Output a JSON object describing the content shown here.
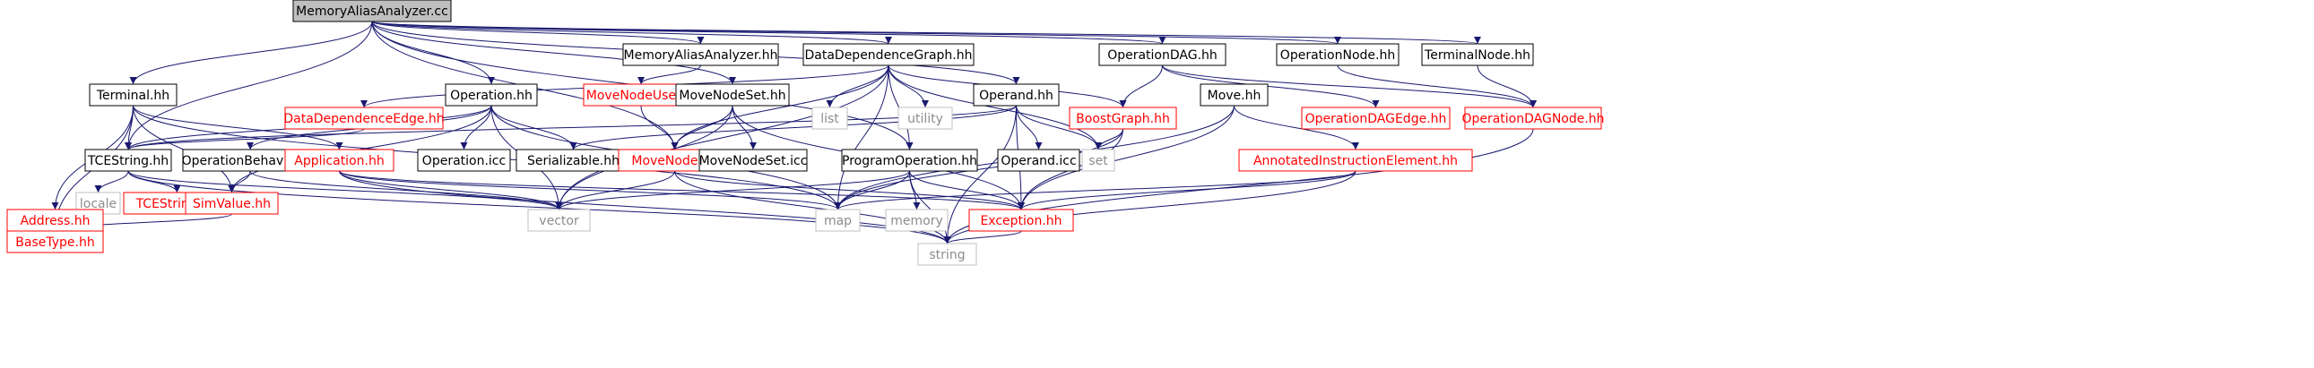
{
  "nodes": {
    "root": {
      "label": "MemoryAliasAnalyzer.cc",
      "style": "root"
    },
    "maah": {
      "label": "MemoryAliasAnalyzer.hh",
      "style": "black"
    },
    "ddg": {
      "label": "DataDependenceGraph.hh",
      "style": "black"
    },
    "opdag": {
      "label": "OperationDAG.hh",
      "style": "black"
    },
    "opnode": {
      "label": "OperationNode.hh",
      "style": "black"
    },
    "termnode": {
      "label": "TerminalNode.hh",
      "style": "black"
    },
    "terminal": {
      "label": "Terminal.hh",
      "style": "black"
    },
    "ddedge": {
      "label": "DataDependenceEdge.hh",
      "style": "red"
    },
    "operation": {
      "label": "Operation.hh",
      "style": "black"
    },
    "mnu": {
      "label": "MoveNodeUse.hh",
      "style": "red"
    },
    "mns": {
      "label": "MoveNodeSet.hh",
      "style": "black"
    },
    "list": {
      "label": "list",
      "style": "gray"
    },
    "utility": {
      "label": "utility",
      "style": "gray"
    },
    "boostgraph": {
      "label": "BoostGraph.hh",
      "style": "red"
    },
    "move": {
      "label": "Move.hh",
      "style": "black"
    },
    "opdagedge": {
      "label": "OperationDAGEdge.hh",
      "style": "red"
    },
    "opdagnode": {
      "label": "OperationDAGNode.hh",
      "style": "red"
    },
    "operand": {
      "label": "Operand.hh",
      "style": "black"
    },
    "tcestring": {
      "label": "TCEString.hh",
      "style": "black"
    },
    "opbeh": {
      "label": "OperationBehavior.hh",
      "style": "black"
    },
    "app": {
      "label": "Application.hh",
      "style": "red"
    },
    "opicc": {
      "label": "Operation.icc",
      "style": "black"
    },
    "serial": {
      "label": "Serializable.hh",
      "style": "black"
    },
    "movenode": {
      "label": "MoveNode.hh",
      "style": "red"
    },
    "mnsicc": {
      "label": "MoveNodeSet.icc",
      "style": "black"
    },
    "progop": {
      "label": "ProgramOperation.hh",
      "style": "black"
    },
    "set": {
      "label": "set",
      "style": "gray"
    },
    "operandicc": {
      "label": "Operand.icc",
      "style": "black"
    },
    "aie": {
      "label": "AnnotatedInstructionElement.hh",
      "style": "red"
    },
    "locale": {
      "label": "locale",
      "style": "gray"
    },
    "tceicc": {
      "label": "TCEString.icc",
      "style": "red"
    },
    "simvalue": {
      "label": "SimValue.hh",
      "style": "red"
    },
    "address": {
      "label": "Address.hh",
      "style": "red"
    },
    "vector": {
      "label": "vector",
      "style": "gray"
    },
    "map": {
      "label": "map",
      "style": "gray"
    },
    "memory": {
      "label": "memory",
      "style": "gray"
    },
    "exception": {
      "label": "Exception.hh",
      "style": "red"
    },
    "basetype": {
      "label": "BaseType.hh",
      "style": "red"
    },
    "string": {
      "label": "string",
      "style": "gray"
    }
  },
  "edges": [
    [
      "root",
      "maah"
    ],
    [
      "root",
      "ddg"
    ],
    [
      "root",
      "opdag"
    ],
    [
      "root",
      "opnode"
    ],
    [
      "root",
      "termnode"
    ],
    [
      "root",
      "terminal"
    ],
    [
      "root",
      "operation"
    ],
    [
      "root",
      "mns"
    ],
    [
      "root",
      "operand"
    ],
    [
      "root",
      "movenode"
    ],
    [
      "root",
      "progop"
    ],
    [
      "root",
      "tcestring"
    ],
    [
      "maah",
      "mnu"
    ],
    [
      "mnu",
      "movenode"
    ],
    [
      "ddg",
      "ddedge"
    ],
    [
      "ddg",
      "list"
    ],
    [
      "ddg",
      "utility"
    ],
    [
      "ddg",
      "boostgraph"
    ],
    [
      "ddg",
      "set"
    ],
    [
      "ddg",
      "progop"
    ],
    [
      "ddg",
      "movenode"
    ],
    [
      "ddg",
      "map"
    ],
    [
      "ddg",
      "vector"
    ],
    [
      "opdag",
      "boostgraph"
    ],
    [
      "opdag",
      "opdagedge"
    ],
    [
      "opdag",
      "opdagnode"
    ],
    [
      "opnode",
      "opdagnode"
    ],
    [
      "termnode",
      "opdagnode"
    ],
    [
      "terminal",
      "tcestring"
    ],
    [
      "terminal",
      "app"
    ],
    [
      "terminal",
      "simvalue"
    ],
    [
      "terminal",
      "address"
    ],
    [
      "terminal",
      "basetype"
    ],
    [
      "terminal",
      "map"
    ],
    [
      "ddedge",
      "tcestring"
    ],
    [
      "operation",
      "tcestring"
    ],
    [
      "operation",
      "opbeh"
    ],
    [
      "operation",
      "opicc"
    ],
    [
      "operation",
      "serial"
    ],
    [
      "operation",
      "vector"
    ],
    [
      "operation",
      "map"
    ],
    [
      "operation",
      "simvalue"
    ],
    [
      "mns",
      "movenode"
    ],
    [
      "mns",
      "mnsicc"
    ],
    [
      "mns",
      "vector"
    ],
    [
      "mns",
      "exception"
    ],
    [
      "boostgraph",
      "set"
    ],
    [
      "boostgraph",
      "map"
    ],
    [
      "boostgraph",
      "exception"
    ],
    [
      "move",
      "aie"
    ],
    [
      "move",
      "exception"
    ],
    [
      "move",
      "map"
    ],
    [
      "opdagnode",
      "string"
    ],
    [
      "operand",
      "serial"
    ],
    [
      "operand",
      "operandicc"
    ],
    [
      "operand",
      "set"
    ],
    [
      "operand",
      "exception"
    ],
    [
      "operand",
      "string"
    ],
    [
      "operand",
      "tcestring"
    ],
    [
      "tcestring",
      "locale"
    ],
    [
      "tcestring",
      "tceicc"
    ],
    [
      "tcestring",
      "string"
    ],
    [
      "tcestring",
      "vector"
    ],
    [
      "opbeh",
      "simvalue"
    ],
    [
      "opbeh",
      "vector"
    ],
    [
      "app",
      "vector"
    ],
    [
      "app",
      "string"
    ],
    [
      "app",
      "map"
    ],
    [
      "app",
      "exception"
    ],
    [
      "movenode",
      "vector"
    ],
    [
      "movenode",
      "exception"
    ],
    [
      "movenode",
      "string"
    ],
    [
      "progop",
      "vector"
    ],
    [
      "progop",
      "map"
    ],
    [
      "progop",
      "memory"
    ],
    [
      "progop",
      "exception"
    ],
    [
      "progop",
      "string"
    ],
    [
      "aie",
      "exception"
    ],
    [
      "aie",
      "map"
    ],
    [
      "aie",
      "string"
    ],
    [
      "simvalue",
      "basetype"
    ],
    [
      "address",
      "basetype"
    ],
    [
      "exception",
      "string"
    ]
  ]
}
